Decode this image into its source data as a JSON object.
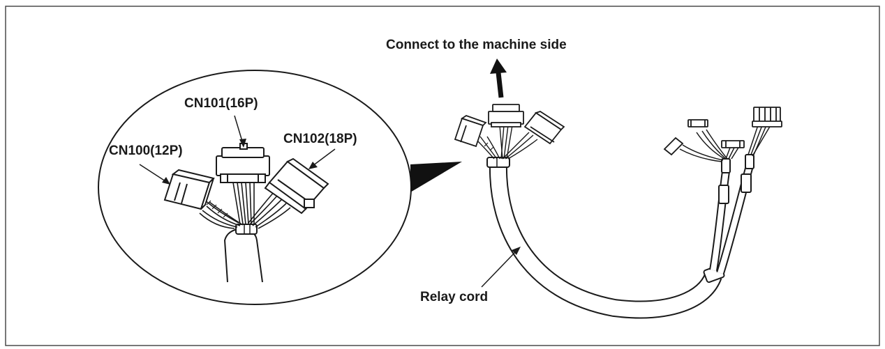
{
  "labels": {
    "cn100": "CN100(12P)",
    "cn101": "CN101(16P)",
    "cn102": "CN102(18P)",
    "machine_side": "Connect to the machine side",
    "relay_cord": "Relay cord"
  },
  "colors": {
    "line": "#1a1a1a",
    "fill": "#ffffff",
    "border": "#4a4a4a"
  }
}
